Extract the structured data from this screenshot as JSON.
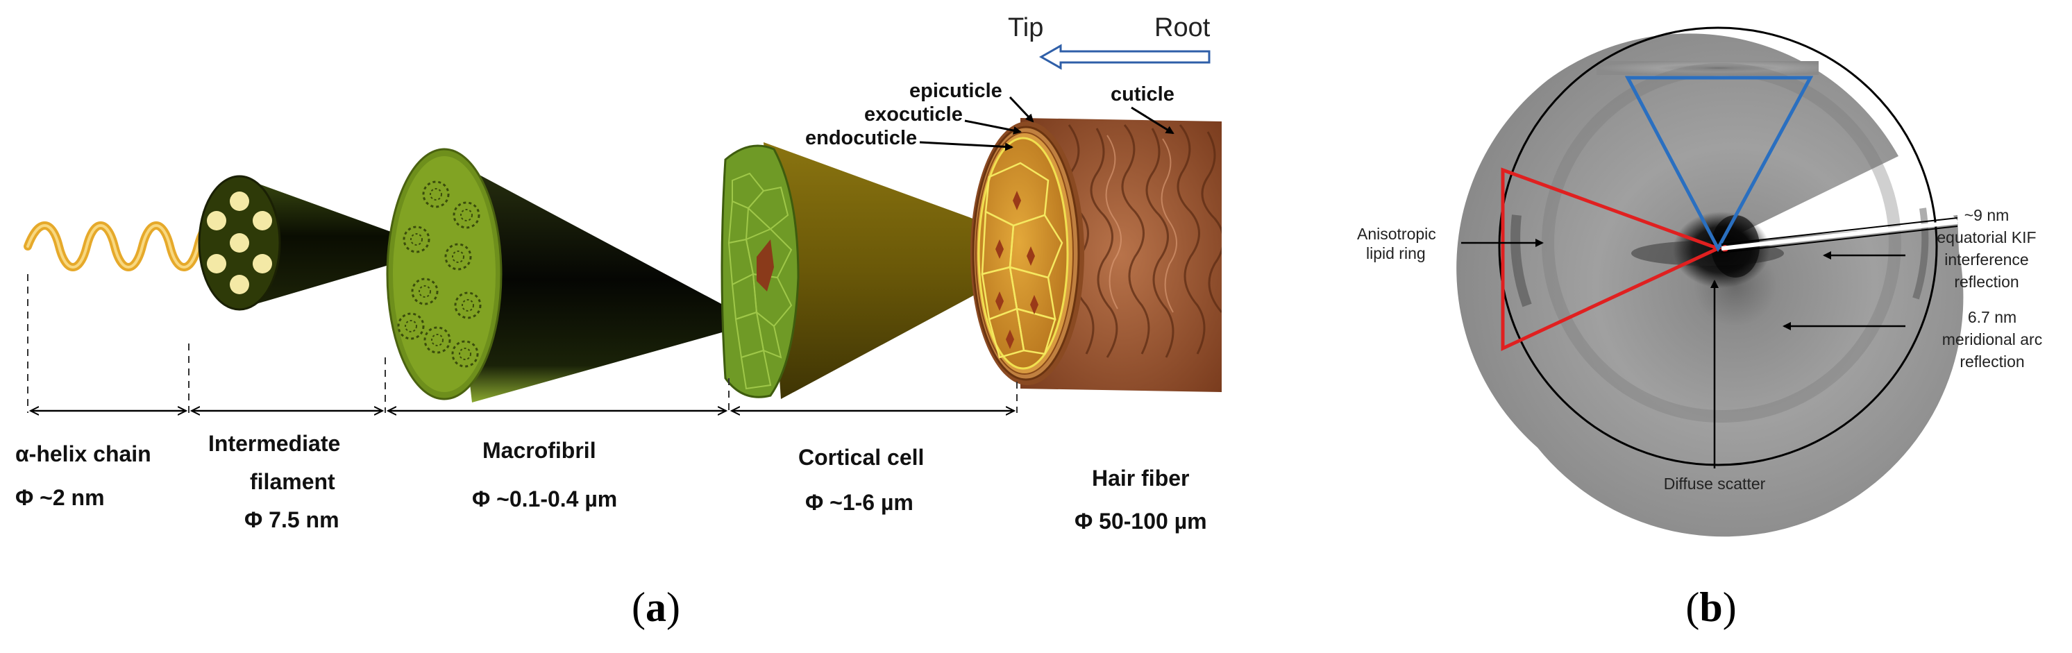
{
  "panel_a": {
    "orientation": {
      "tip": "Tip",
      "root": "Root"
    },
    "layers": {
      "epicuticle": "epicuticle",
      "exocuticle": "exocuticle",
      "endocuticle": "endocuticle",
      "cuticle": "cuticle"
    },
    "levels": [
      {
        "name": "α-helix chain",
        "size": "Φ ~2 nm"
      },
      {
        "name_line1": "Intermediate",
        "name_line2": "filament",
        "size": "Φ 7.5 nm"
      },
      {
        "name": "Macrofibril",
        "size": "Φ ~0.1-0.4 µm"
      },
      {
        "name": "Cortical cell",
        "size": "Φ ~1-6 µm"
      },
      {
        "name": "Hair fiber",
        "size": "Φ 50-100 µm"
      }
    ],
    "caption_open": "(",
    "caption_letter": "a",
    "caption_close": ")"
  },
  "panel_b": {
    "labels": {
      "lipid_line1": "Anisotropic",
      "lipid_line2": "lipid ring",
      "kif_line1": "~9 nm",
      "kif_line2": "equatorial KIF",
      "kif_line3": "interference",
      "kif_line4": "reflection",
      "meridional_line1": "6.7 nm",
      "meridional_line2": "meridional arc",
      "meridional_line3": "reflection",
      "diffuse": "Diffuse scatter"
    },
    "colors": {
      "red_sector": "#e02020",
      "blue_sector": "#2a6fc0"
    },
    "caption_open": "(",
    "caption_letter": "b",
    "caption_close": ")"
  }
}
